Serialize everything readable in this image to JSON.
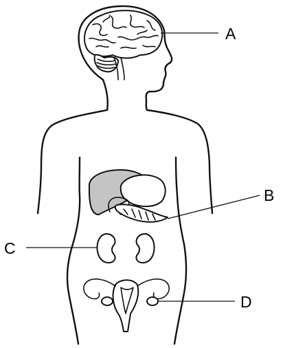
{
  "labels": {
    "a": "A",
    "b": "B",
    "c": "C",
    "d": "D"
  },
  "colors": {
    "stroke": "#111111",
    "liver": "#c4c4c4",
    "background": "#ffffff"
  }
}
